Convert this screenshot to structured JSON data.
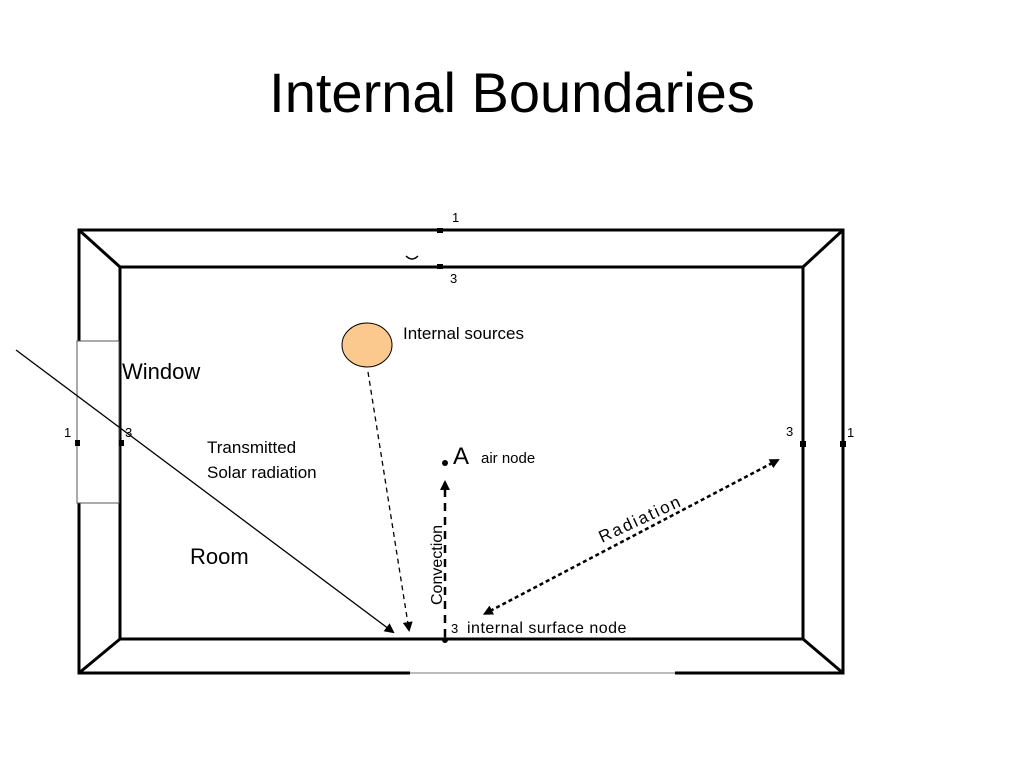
{
  "title": "Internal Boundaries",
  "labels": {
    "window": "Window",
    "room": "Room",
    "internal_sources": "Internal sources",
    "transmitted_line1": "Transmitted",
    "transmitted_line2": "Solar radiation",
    "air_node_letter": "A",
    "air_node": "air node",
    "convection": "Convection",
    "radiation": "Radiation",
    "internal_surface_node": "internal surface node",
    "node_top_outer": "1",
    "node_top_inner": "3",
    "node_left_outer": "1",
    "node_left_inner": "3",
    "node_right_inner": "3",
    "node_right_outer": "1",
    "node_bottom_inner": "3"
  },
  "colors": {
    "internal_source_fill": "#fbc88e",
    "line": "#000000"
  }
}
